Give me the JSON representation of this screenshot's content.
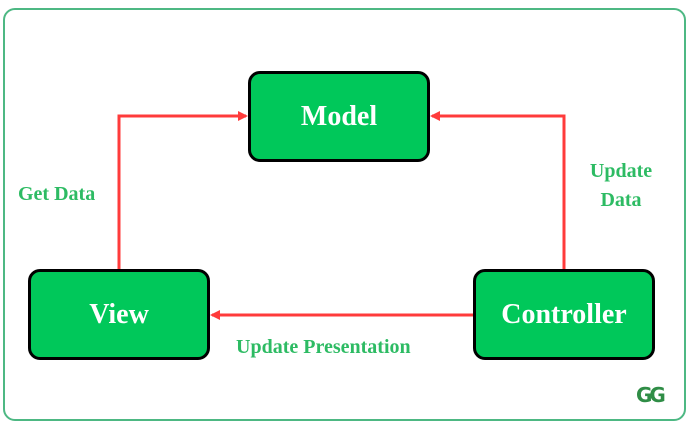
{
  "diagram": {
    "nodes": {
      "model": "Model",
      "view": "View",
      "controller": "Controller"
    },
    "edges": {
      "view_to_model": "Get Data",
      "controller_to_model": "Update Data",
      "controller_to_view": "Update Presentation"
    }
  },
  "logo": {
    "text": "GG"
  },
  "colors": {
    "node_fill": "#00c85a",
    "arrow": "#ff3b3b",
    "label": "#2dbb63",
    "frame": "#4db883"
  }
}
